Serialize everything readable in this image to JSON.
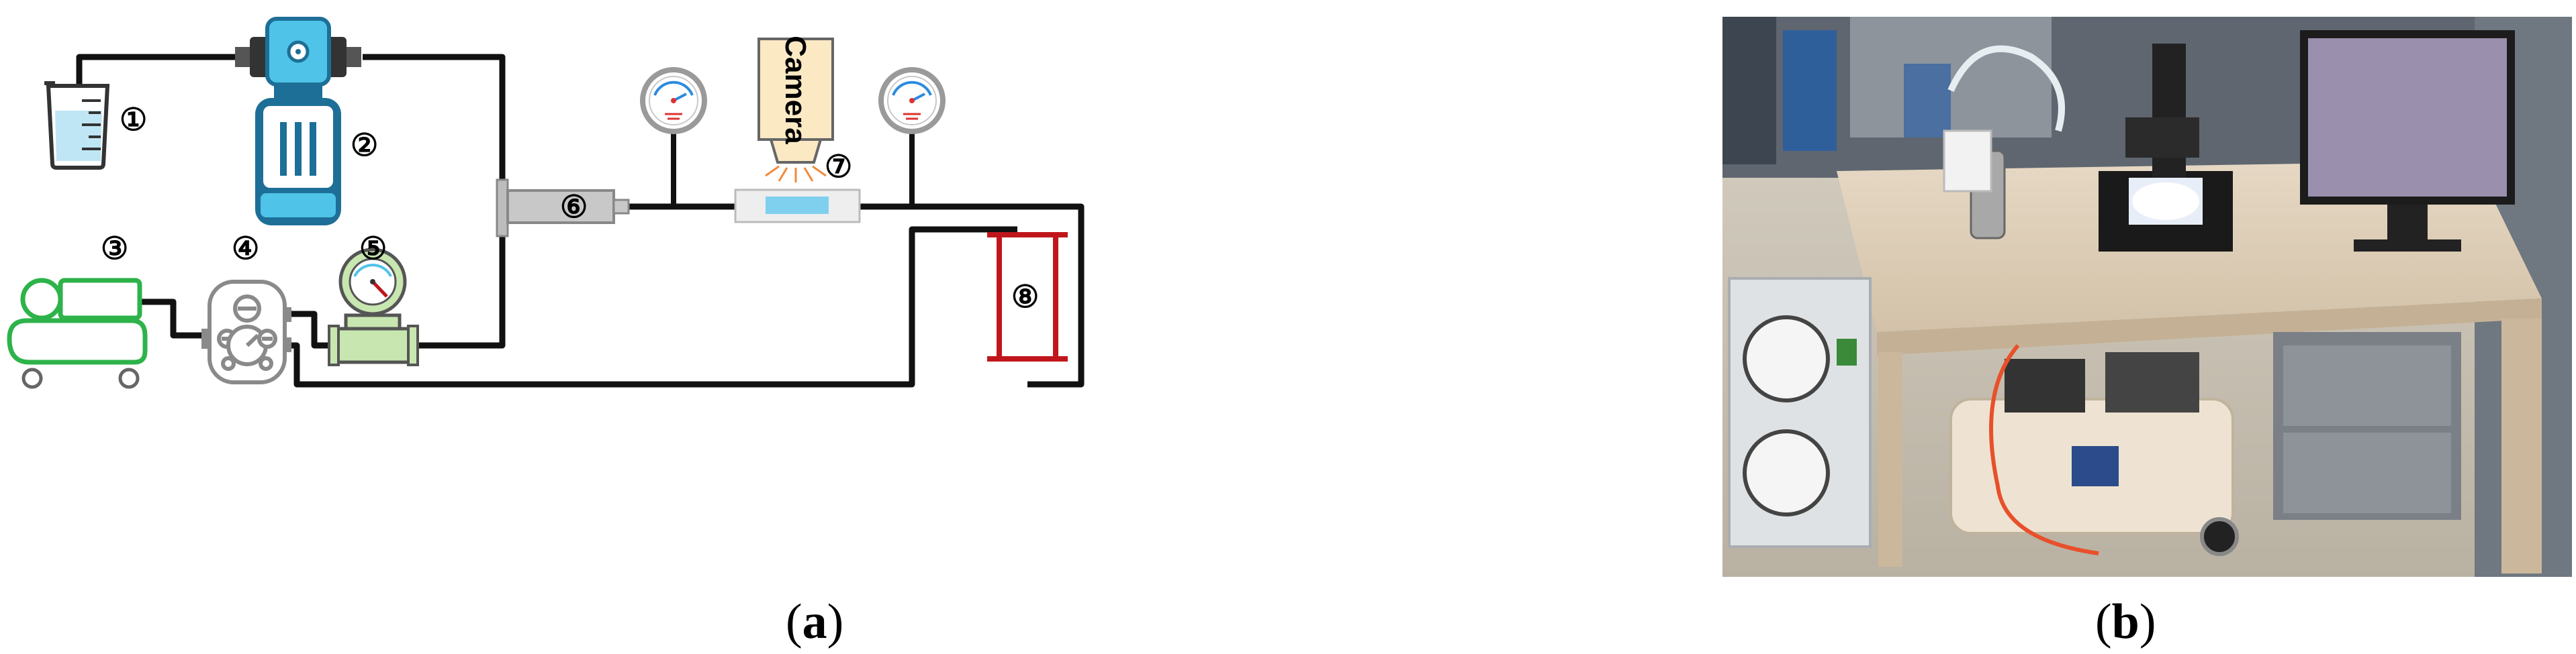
{
  "panel_a": {
    "caption_open": "(",
    "caption_letter": "a",
    "caption_close": ")",
    "components": [
      {
        "number": "①",
        "icon": "beaker-icon"
      },
      {
        "number": "②",
        "icon": "pump-icon"
      },
      {
        "number": "③",
        "icon": "air-compressor-icon"
      },
      {
        "number": "④",
        "icon": "pressure-regulator-icon"
      },
      {
        "number": "⑤",
        "icon": "flow-meter-icon"
      },
      {
        "number": "⑥",
        "icon": "syringe-icon"
      },
      {
        "number": "⑦",
        "icon": "microchannel-chip-icon"
      },
      {
        "number": "⑧",
        "icon": "coil-icon"
      }
    ],
    "camera_label": "Camera",
    "colors": {
      "pipe": "#111111",
      "compressor": "#2db34a",
      "coil": "#c0161b",
      "pump_head": "#4fc3e8",
      "pump_body": "#1d6f97",
      "flowmeter": "#c8e6b0",
      "camera": "#fbe9c4",
      "chip_fluid": "#7fd0ee"
    }
  },
  "panel_b": {
    "caption_open": "(",
    "caption_letter": "b",
    "caption_close": ")",
    "content": "photograph of experimental bench with microscope camera, monitor, pump and air compressor"
  }
}
